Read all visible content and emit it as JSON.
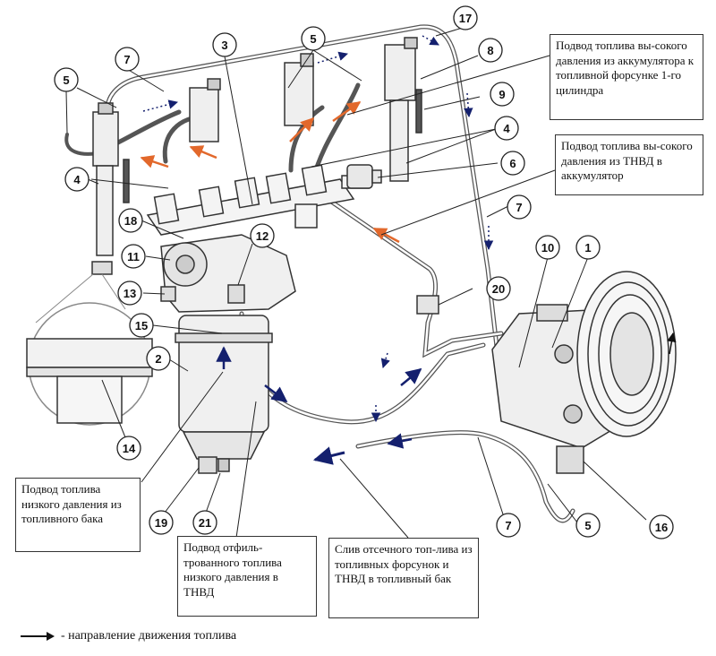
{
  "callouts": [
    {
      "id": "c1",
      "n": "1"
    },
    {
      "id": "c2",
      "n": "2"
    },
    {
      "id": "c3",
      "n": "3"
    },
    {
      "id": "c4a",
      "n": "4"
    },
    {
      "id": "c4b",
      "n": "4"
    },
    {
      "id": "c5a",
      "n": "5"
    },
    {
      "id": "c5b",
      "n": "5"
    },
    {
      "id": "c5c",
      "n": "5"
    },
    {
      "id": "c6",
      "n": "6"
    },
    {
      "id": "c7a",
      "n": "7"
    },
    {
      "id": "c7b",
      "n": "7"
    },
    {
      "id": "c7c",
      "n": "7"
    },
    {
      "id": "c8",
      "n": "8"
    },
    {
      "id": "c9",
      "n": "9"
    },
    {
      "id": "c10",
      "n": "10"
    },
    {
      "id": "c11",
      "n": "11"
    },
    {
      "id": "c12",
      "n": "12"
    },
    {
      "id": "c13",
      "n": "13"
    },
    {
      "id": "c14",
      "n": "14"
    },
    {
      "id": "c15",
      "n": "15"
    },
    {
      "id": "c16",
      "n": "16"
    },
    {
      "id": "c17",
      "n": "17"
    },
    {
      "id": "c18",
      "n": "18"
    },
    {
      "id": "c19",
      "n": "19"
    },
    {
      "id": "c20",
      "n": "20"
    },
    {
      "id": "c21",
      "n": "21"
    }
  ],
  "notes": {
    "hp_to_injector": "Подвод топлива вы-сокого давления из аккумулятора к топливной форсунке 1-го цилиндра",
    "hp_to_rail": "Подвод топлива вы-сокого давления из ТНВД в аккумулятор",
    "lp_from_tank": "Подвод топлива низкого давления из топливного бака",
    "filtered_to_pump": "Подвод  отфиль-трованного топлива низкого давления в ТНВД",
    "return_to_tank": "Слив отсечного топ-лива из топливных форсунок и ТНВД в топливный бак"
  },
  "legend": {
    "text": "- направление движения топлива"
  }
}
